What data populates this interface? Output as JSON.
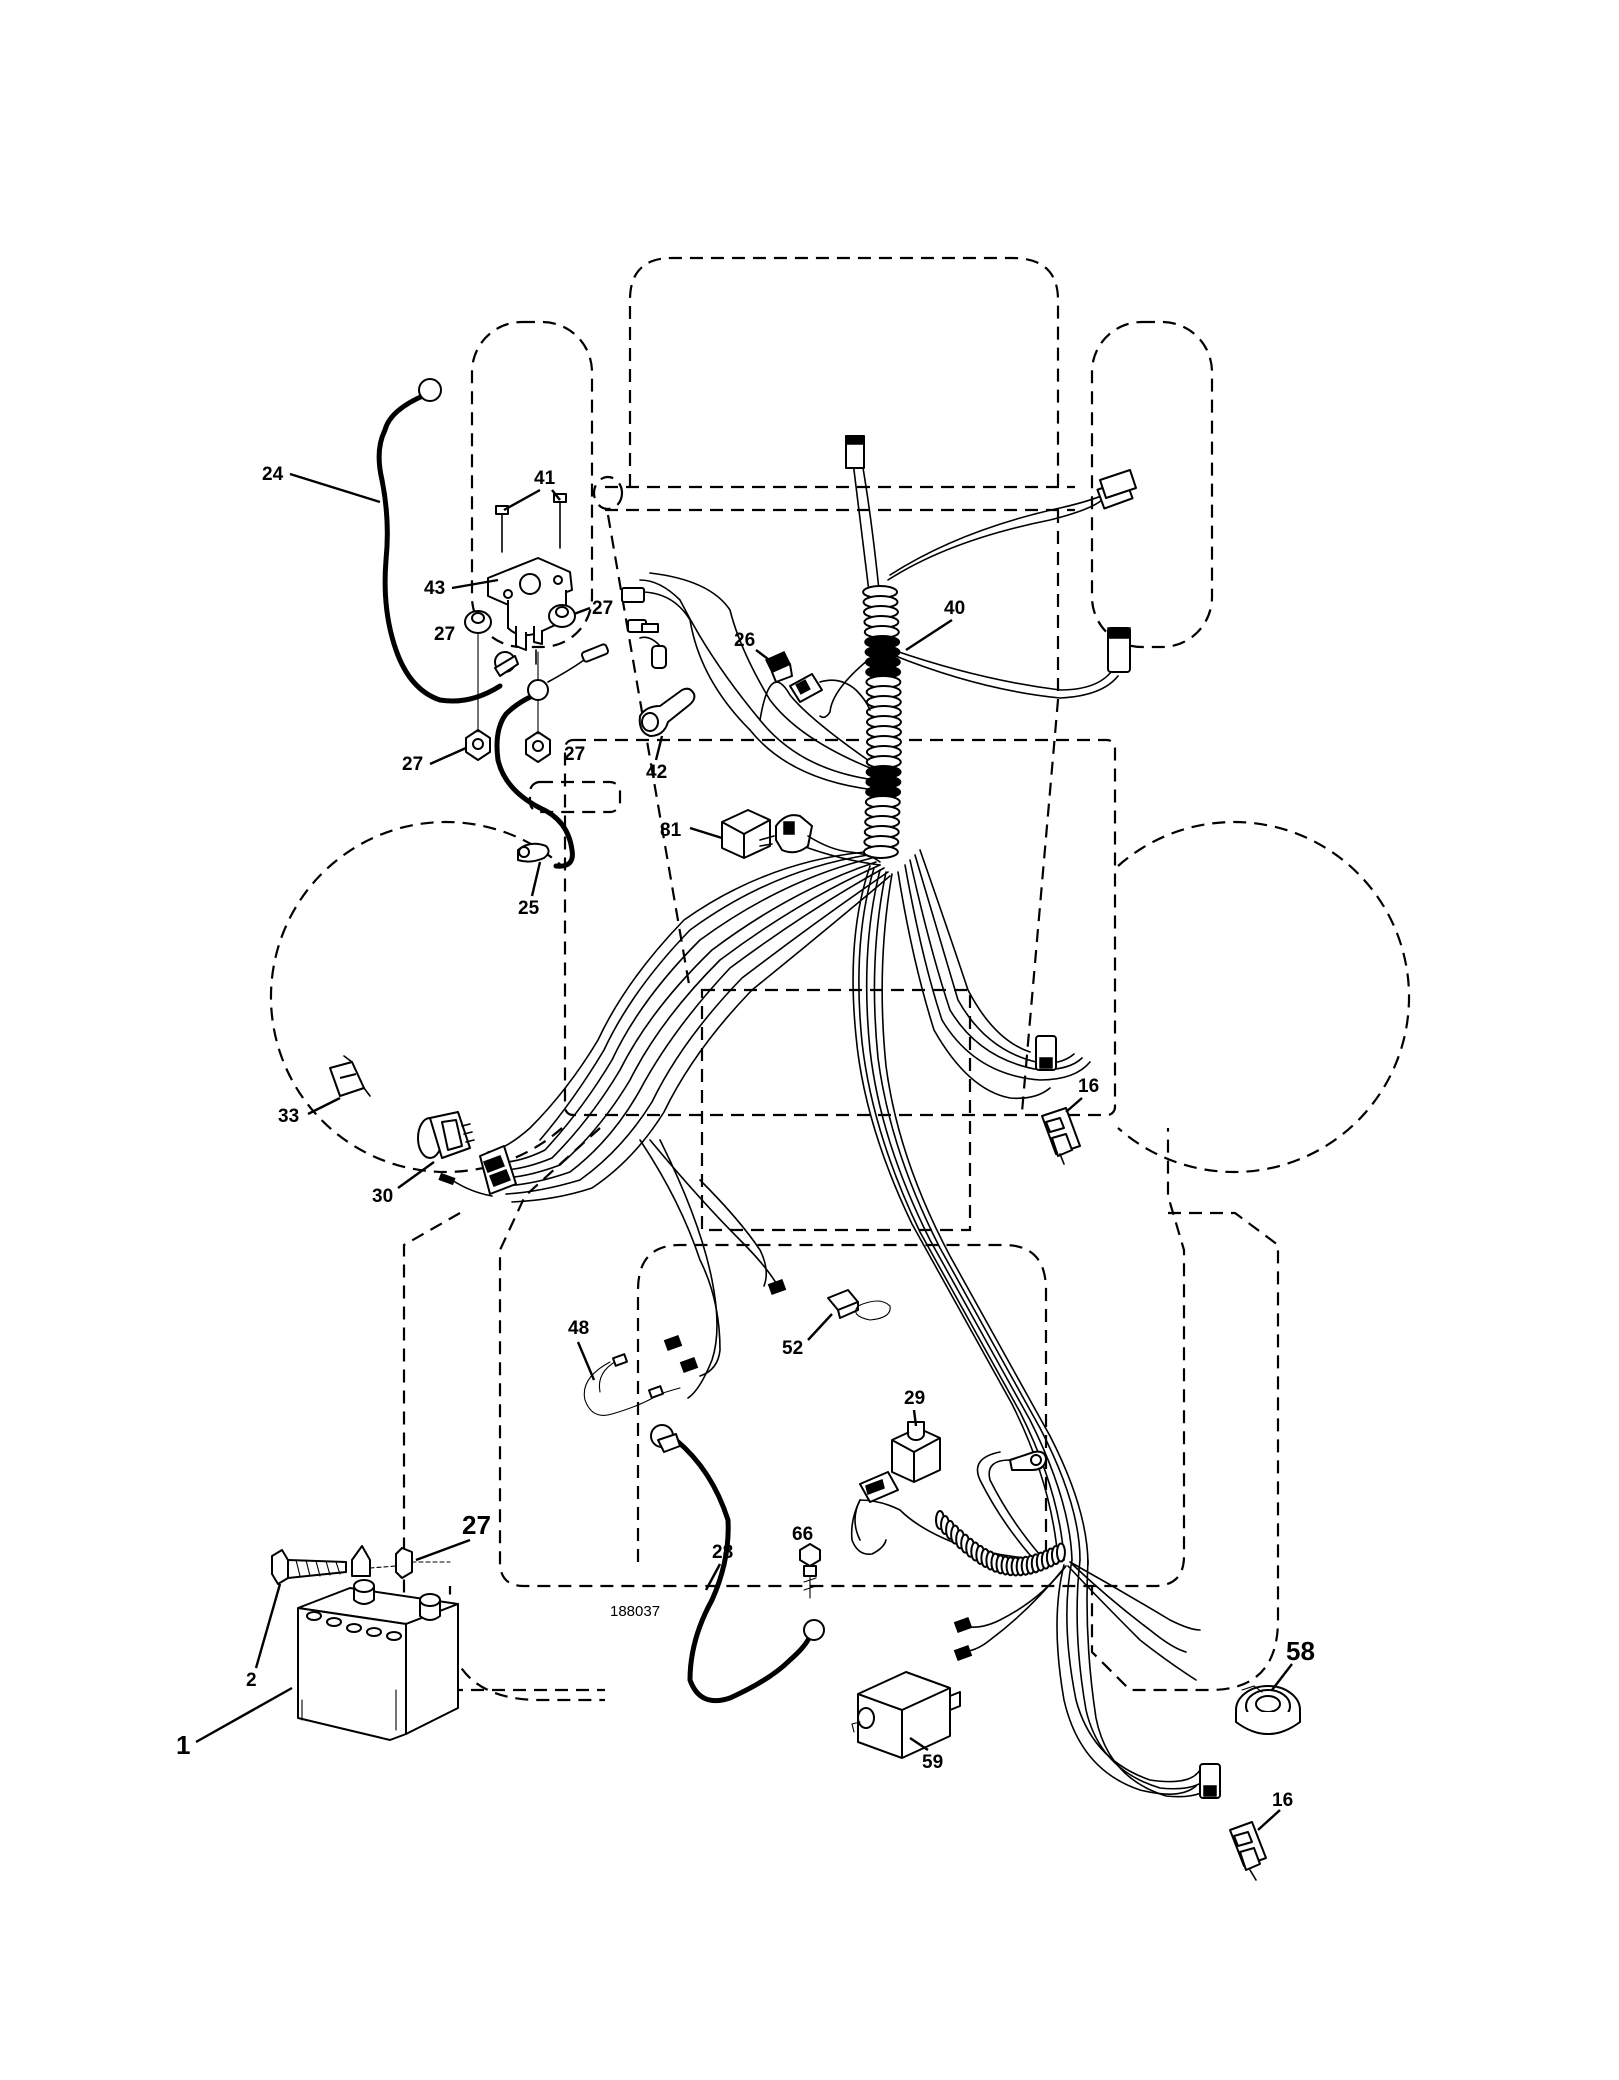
{
  "document_id": "188037",
  "callouts": {
    "c1": "1",
    "c2": "2",
    "c16a": "16",
    "c16b": "16",
    "c24": "24",
    "c25": "25",
    "c26": "26",
    "c27a": "27",
    "c27b": "27",
    "c27c": "27",
    "c27d": "27",
    "c27e": "27",
    "c28": "28",
    "c29": "29",
    "c30": "30",
    "c33": "33",
    "c40": "40",
    "c41": "41",
    "c42": "42",
    "c43": "43",
    "c48": "48",
    "c52": "52",
    "c58": "58",
    "c59": "59",
    "c66": "66",
    "c81": "81"
  }
}
